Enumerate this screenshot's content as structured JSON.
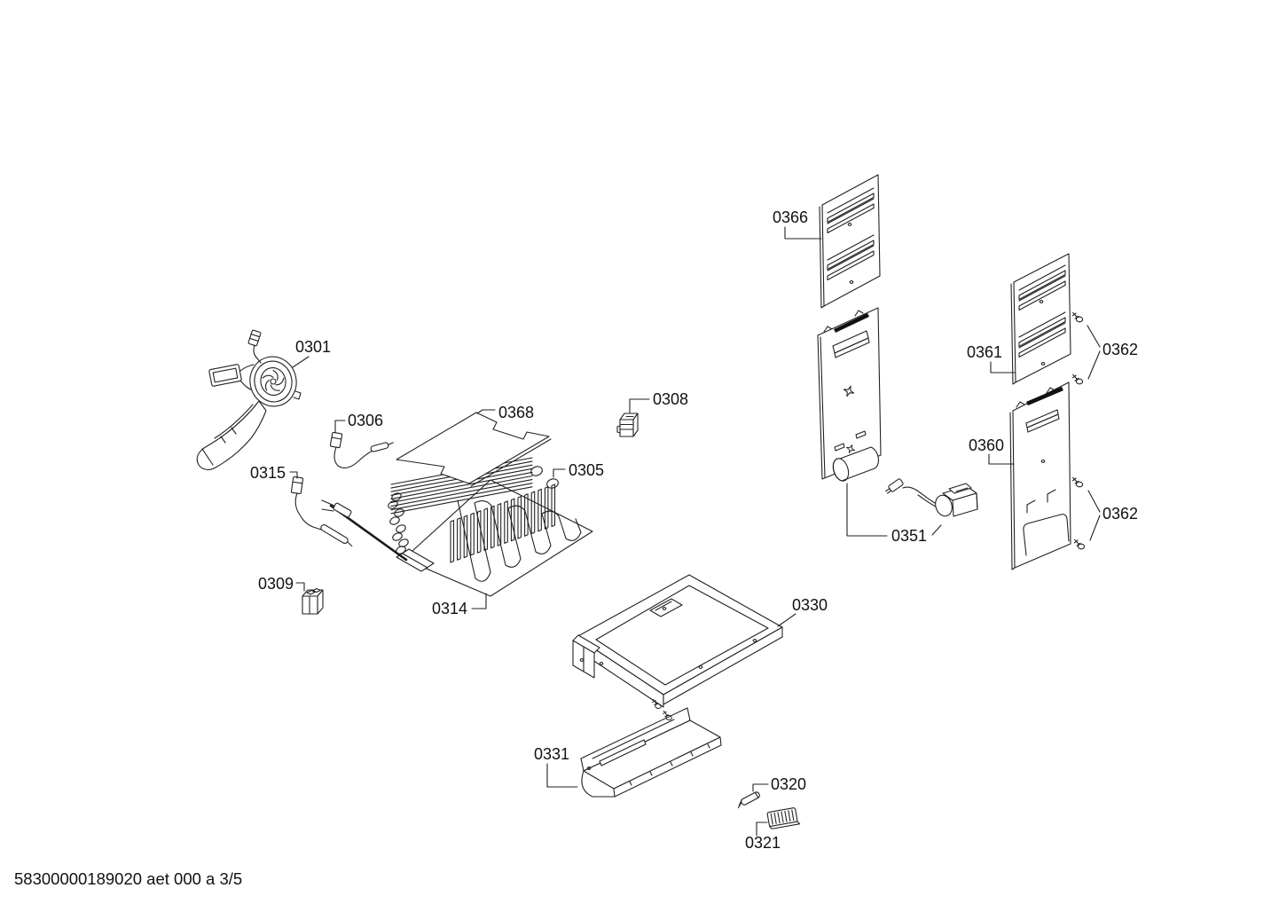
{
  "document": {
    "footer": "58300000189020 aet 000 a 3/5"
  },
  "colors": {
    "background": "#ffffff",
    "line": "#222222",
    "text": "#111111"
  },
  "parts": {
    "l0301": "0301",
    "l0305": "0305",
    "l0306": "0306",
    "l0308": "0308",
    "l0309": "0309",
    "l0314": "0314",
    "l0315": "0315",
    "l0320": "0320",
    "l0321": "0321",
    "l0330": "0330",
    "l0331": "0331",
    "l0351": "0351",
    "l0360": "0360",
    "l0361": "0361",
    "l0362": "0362",
    "l0366": "0366",
    "l0368": "0368"
  }
}
